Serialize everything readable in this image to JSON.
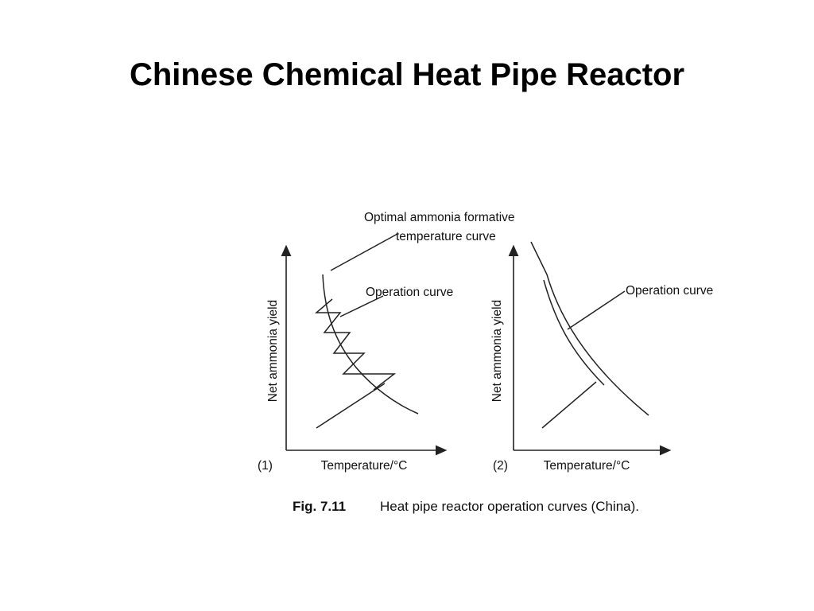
{
  "slide": {
    "title": "Chinese Chemical Heat Pipe Reactor"
  },
  "figure": {
    "top_annotation": {
      "line1": "Optimal ammonia formative",
      "line2": "temperature curve"
    },
    "panels": [
      {
        "number": "(1)",
        "ylabel": "Net ammonia yield",
        "xlabel": "Temperature/°C",
        "curve_label": "Operation curve"
      },
      {
        "number": "(2)",
        "ylabel": "Net ammonia yield",
        "xlabel": "Temperature/°C",
        "curve_label": "Operation curve"
      }
    ],
    "caption": {
      "fig_no": "Fig. 7.11",
      "text": "Heat pipe reactor operation curves (China)."
    }
  }
}
